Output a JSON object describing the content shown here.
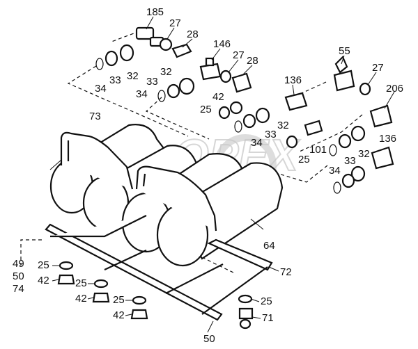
{
  "diagram": {
    "watermark": "OPEX",
    "callouts": [
      {
        "id": "c185",
        "text": "185"
      },
      {
        "id": "c27a",
        "text": "27"
      },
      {
        "id": "c28a",
        "text": "28"
      },
      {
        "id": "c146",
        "text": "146"
      },
      {
        "id": "c27b",
        "text": "27"
      },
      {
        "id": "c28b",
        "text": "28"
      },
      {
        "id": "c55",
        "text": "55"
      },
      {
        "id": "c27c",
        "text": "27"
      },
      {
        "id": "c206",
        "text": "206"
      },
      {
        "id": "c136a",
        "text": "136"
      },
      {
        "id": "c34a",
        "text": "34"
      },
      {
        "id": "c33a",
        "text": "33"
      },
      {
        "id": "c32a",
        "text": "32"
      },
      {
        "id": "c33b",
        "text": "33"
      },
      {
        "id": "c32b",
        "text": "32"
      },
      {
        "id": "c34b",
        "text": "34"
      },
      {
        "id": "c42a",
        "text": "42"
      },
      {
        "id": "c25a",
        "text": "25"
      },
      {
        "id": "c32c",
        "text": "32"
      },
      {
        "id": "c33c",
        "text": "33"
      },
      {
        "id": "c34c",
        "text": "34"
      },
      {
        "id": "c101",
        "text": "101"
      },
      {
        "id": "c25b",
        "text": "25"
      },
      {
        "id": "c73",
        "text": "73"
      },
      {
        "id": "c136b",
        "text": "136"
      },
      {
        "id": "c32d",
        "text": "32"
      },
      {
        "id": "c33d",
        "text": "33"
      },
      {
        "id": "c34d",
        "text": "34"
      },
      {
        "id": "c64",
        "text": "64"
      },
      {
        "id": "c49",
        "text": "49"
      },
      {
        "id": "c50a",
        "text": "50"
      },
      {
        "id": "c74",
        "text": "74"
      },
      {
        "id": "c25c",
        "text": "25"
      },
      {
        "id": "c42b",
        "text": "42"
      },
      {
        "id": "c25d",
        "text": "25"
      },
      {
        "id": "c42c",
        "text": "42"
      },
      {
        "id": "c25e",
        "text": "25"
      },
      {
        "id": "c42d",
        "text": "42"
      },
      {
        "id": "c72",
        "text": "72"
      },
      {
        "id": "c25f",
        "text": "25"
      },
      {
        "id": "c71",
        "text": "71"
      },
      {
        "id": "c50b",
        "text": "50"
      }
    ]
  }
}
